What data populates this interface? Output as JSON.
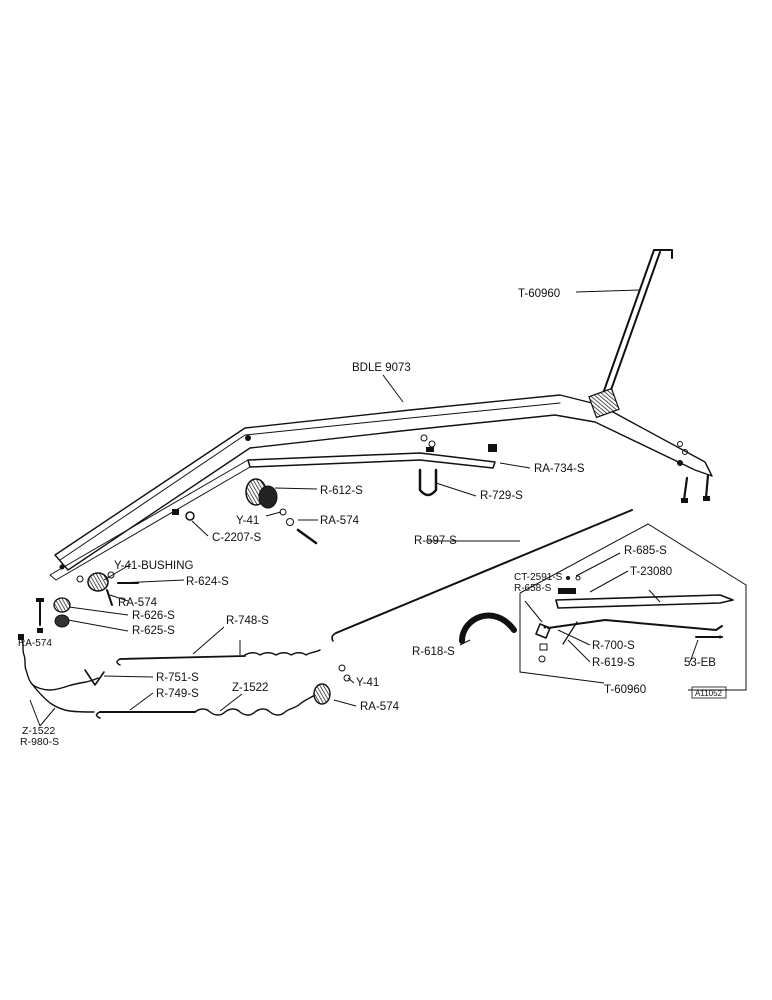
{
  "labels": {
    "t60960_top": "T-60960",
    "bdle9073": "BDLE 9073",
    "ra734s": "RA-734-S",
    "r612s": "R-612-S",
    "r729s": "R-729-S",
    "y41_a": "Y-41",
    "ra574_a": "RA-574",
    "c2207s": "C-2207-S",
    "r597s": "R-597-S",
    "y41_bushing": "Y-41-BUSHING",
    "r624s": "R-624-S",
    "ra574_b": "RA-574",
    "r626s": "R-626-S",
    "r625s": "R-625-S",
    "ra574_c": "RA-574",
    "r748s": "R-748-S",
    "r751s": "R-751-S",
    "r749s": "R-749-S",
    "z1522_a": "Z-1522",
    "y41_b": "Y-41",
    "ra574_d": "RA-574",
    "z1522_b": "Z-1522",
    "r980s": "R-980-S",
    "r618s": "R-618-S",
    "r685s": "R-685-S",
    "ct2591s": "CT-2591-S",
    "r658s": "R-658-S",
    "t23080": "T-23080",
    "r700s": "R-700-S",
    "r619s": "R-619-S",
    "eb53": "53-EB",
    "t60960_bottom": "T-60960",
    "ref_code": "A11052"
  }
}
